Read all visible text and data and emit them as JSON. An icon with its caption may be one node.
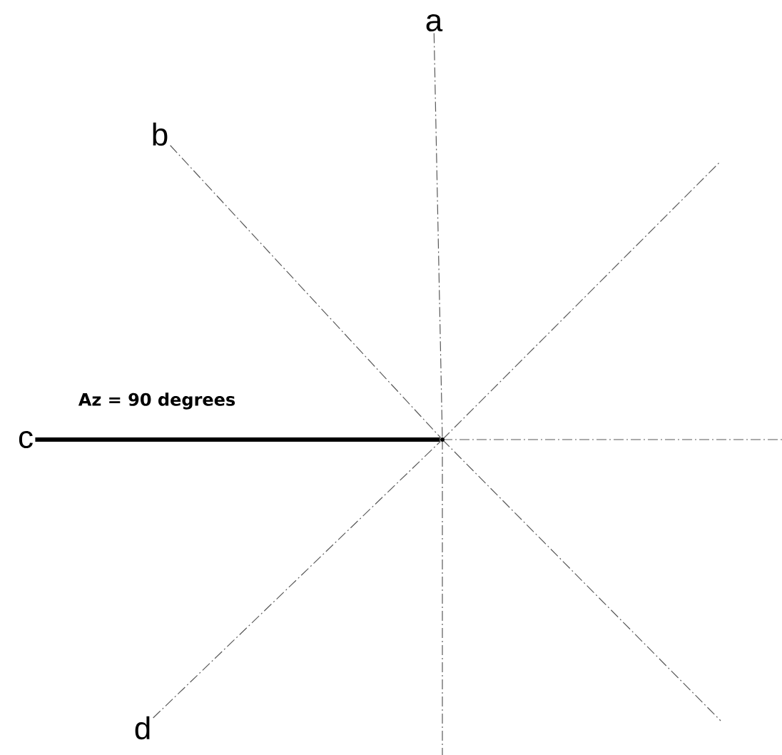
{
  "diagram": {
    "nodes": [
      {
        "text": [
          "a"
        ]
      },
      {
        "text": [
          "b"
        ]
      },
      {
        "text": [
          "c"
        ]
      },
      {
        "text": [
          "d"
        ]
      },
      {
        "text": [],
        "shape": "circle"
      }
    ],
    "edges": [
      {
        "from": 0,
        "to": 4,
        "arrow": "none",
        "style": "dashed"
      },
      {
        "from": 1,
        "to": 4,
        "arrow": "none",
        "style": "dashed"
      },
      {
        "from": 2,
        "to": 4,
        "arrow": "none",
        "style": "thick"
      },
      {
        "from": 3,
        "to": 4,
        "arrow": "none",
        "style": "dashed"
      }
    ],
    "labels": [
      "Az = 90 degrees"
    ]
  }
}
